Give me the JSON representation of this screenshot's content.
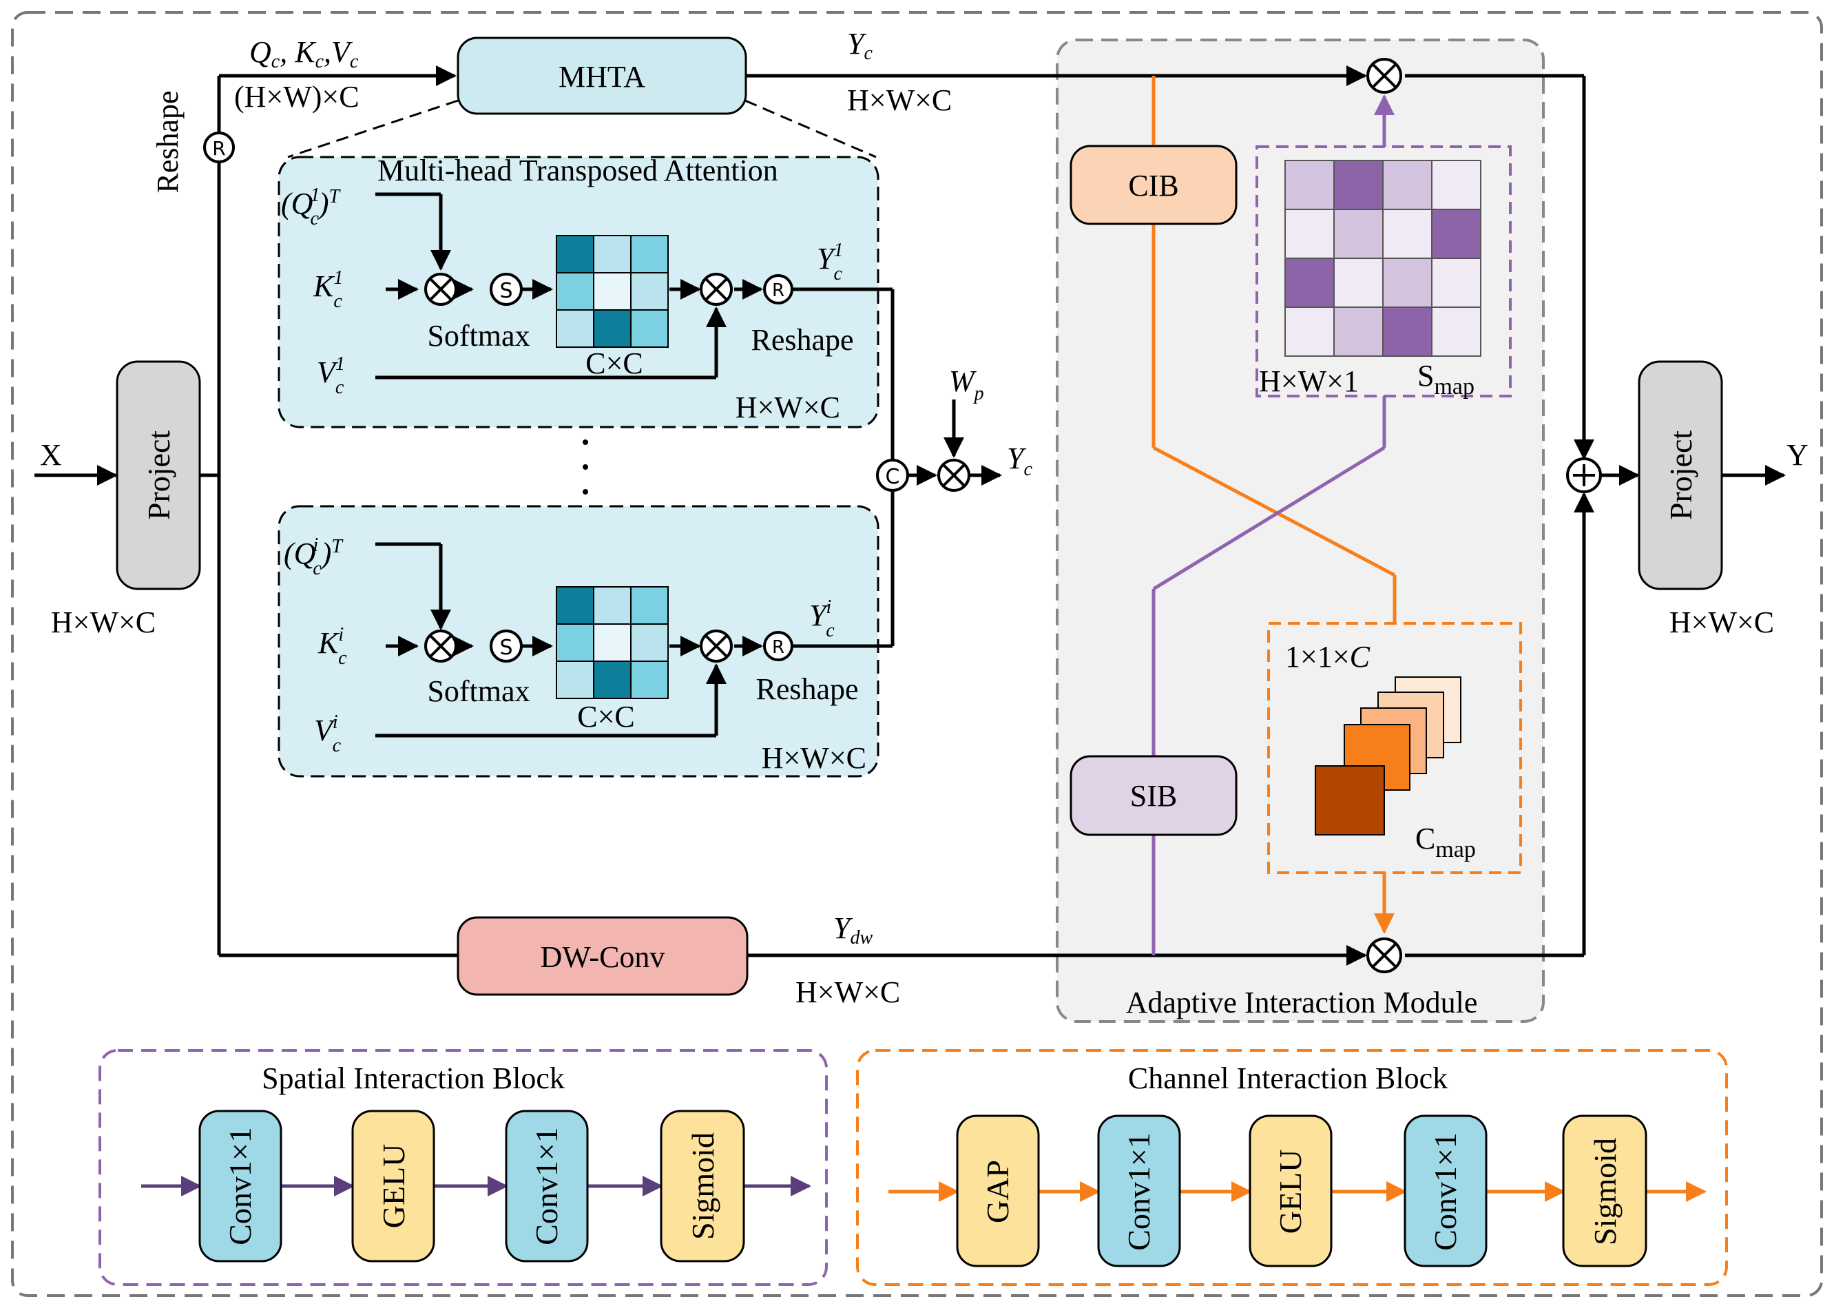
{
  "colors": {
    "black": "#000000",
    "orange": "#f77f1a",
    "purple": "#8e64b0",
    "purple_dark": "#5b3f7c",
    "mhta_fill": "#cdeaf0",
    "attention_fill": "#d6eef4",
    "project_fill": "#d6d6d6",
    "dwconv_fill": "#f2b5b0",
    "cib_fill": "#fcd3b5",
    "sib_fill": "#e0d3e6",
    "aim_fill": "#f1f1f1",
    "conv_fill": "#9fd8e6",
    "gelu_fill": "#fde29c",
    "matrix_dark": "#0e7f9b",
    "matrix_mid": "#7bd0e2",
    "matrix_light": "#b9e4ee",
    "matrix_pale": "#e8f6f9",
    "smap_dark": "#8d64a8",
    "smap_light": "#d4c3df",
    "smap_pale": "#efeaf3",
    "cmap_1": "#fde9d8",
    "cmap_2": "#fcd1ad",
    "cmap_3": "#fbb47f",
    "cmap_4": "#f77f1a",
    "cmap_5": "#b34700"
  },
  "main": {
    "input": "X",
    "output": "Y",
    "project_in": "Project",
    "project_out": "Project",
    "dims_in": "H×W×C",
    "dims_out": "H×W×C",
    "reshape": "Reshape",
    "r_symbol": "R",
    "qkv": "Q_c, K_c, V_c",
    "qkv_dims": "(H×W)×C",
    "mhta": "MHTA",
    "yc_top": "Y_c",
    "yc_dims": "H×W×C",
    "dwconv": "DW-Conv",
    "ydw": "Y_dw",
    "ydw_dims": "H×W×C"
  },
  "attention": {
    "title": "Multi-head Transposed Attention",
    "head1": {
      "q": "(Q_c^1)^T",
      "k": "K_c^1",
      "v": "V_c^1",
      "y": "Y_c^1",
      "softmax": "Softmax",
      "cxc": "C×C",
      "reshape": "Reshape",
      "dims": "H×W×C"
    },
    "headi": {
      "q": "(Q_c^i)^T",
      "k": "K_c^i",
      "v": "V_c^i",
      "y": "Y_c^i",
      "softmax": "Softmax",
      "cxc": "C×C",
      "reshape": "Reshape",
      "dims": "H×W×C"
    },
    "dots": "·",
    "s_symbol": "S",
    "c_symbol": "C",
    "wp": "W_p",
    "yc_out": "Y_c"
  },
  "aim": {
    "title": "Adaptive Interaction Module",
    "cib": "CIB",
    "sib": "SIB",
    "smap_dims": "H×W×1",
    "smap": "S_map",
    "cmap_dims": "1×1×C",
    "cmap": "C_map"
  },
  "sib_block": {
    "title": "Spatial Interaction Block",
    "items": [
      "Conv1×1",
      "GELU",
      "Conv1×1",
      "Sigmoid"
    ]
  },
  "cib_block": {
    "title": "Channel Interaction Block",
    "items": [
      "GAP",
      "Conv1×1",
      "GELU",
      "Conv1×1",
      "Sigmoid"
    ]
  }
}
